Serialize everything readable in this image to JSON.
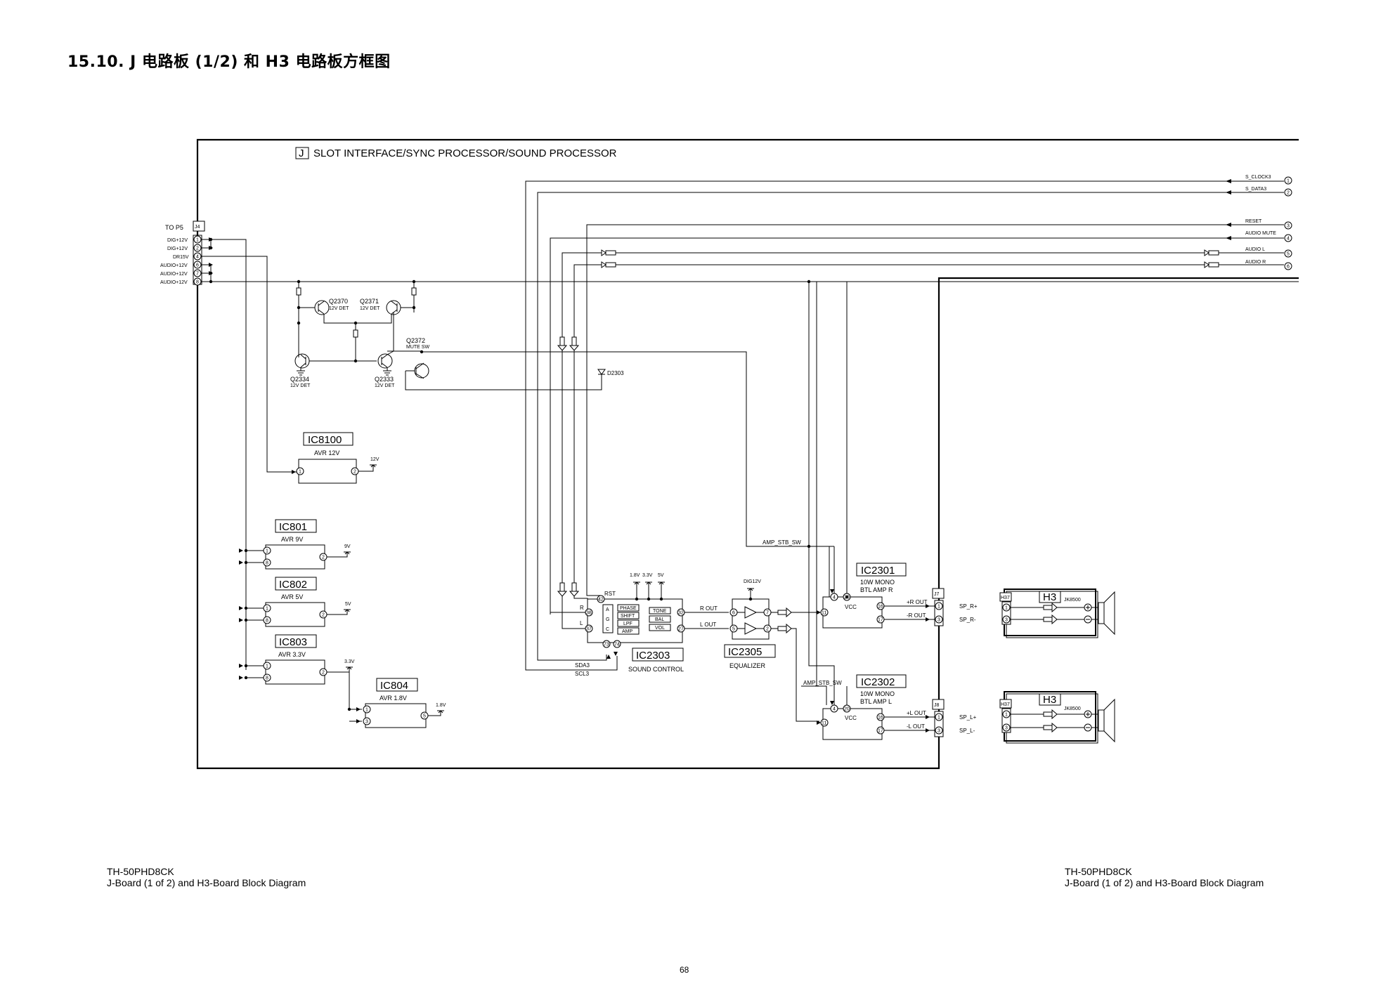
{
  "page": {
    "title": "15.10. J 电路板 (1/2) 和 H3 电路板方框图",
    "footer_left_line1": "TH-50PHD8CK",
    "footer_left_line2": "J-Board (1 of 2) and H3-Board Block Diagram",
    "footer_right_line1": "TH-50PHD8CK",
    "footer_right_line2": "J-Board (1 of 2) and H3-Board Block Diagram",
    "page_number": "68"
  },
  "board": {
    "letter": "J",
    "title": "SLOT INTERFACE/SYNC PROCESSOR/SOUND PROCESSOR"
  },
  "connector_j4": {
    "name": "J4",
    "label": "TO P5",
    "pins": [
      "DIG+12V",
      "DIG+12V",
      "DR15V",
      "AUDIO+12V",
      "AUDIO+12V",
      "AUDIO+12V"
    ],
    "pin_numbers": [
      "1",
      "2",
      "4",
      "6",
      "7",
      "8"
    ]
  },
  "right_signals": {
    "names": [
      "S_CLOCK3",
      "S_DATA3",
      "RESET",
      "AUDIO MUTE",
      "AUDIO L",
      "AUDIO R"
    ],
    "pins": [
      "1",
      "2",
      "3",
      "4",
      "5",
      "6"
    ]
  },
  "transistors": {
    "q2370": "Q2370",
    "q2370_sub": "12V DET",
    "q2371": "Q2371",
    "q2371_sub": "12V DET",
    "q2372": "Q2372",
    "q2372_sub": "MUTE SW",
    "q2334": "Q2334",
    "q2334_sub": "12V DET",
    "q2333": "Q2333",
    "q2333_sub": "12V DET",
    "d2303": "D2303"
  },
  "regulators": {
    "ic8100": {
      "name": "IC8100",
      "label": "AVR 12V",
      "out": "12V",
      "pins": [
        "1",
        "2"
      ]
    },
    "ic801": {
      "name": "IC801",
      "label": "AVR 9V",
      "out": "9V",
      "pins": [
        "1",
        "8",
        "2"
      ]
    },
    "ic802": {
      "name": "IC802",
      "label": "AVR 5V",
      "out": "5V",
      "pins": [
        "1",
        "8",
        "2"
      ]
    },
    "ic803": {
      "name": "IC803",
      "label": "AVR 3.3V",
      "out": "3.3V",
      "pins": [
        "1",
        "8",
        "2"
      ]
    },
    "ic804": {
      "name": "IC804",
      "label": "AVR 1.8V",
      "out": "1.8V",
      "pins": [
        "1",
        "3",
        "5"
      ]
    }
  },
  "ic2303": {
    "name": "IC2303",
    "label": "SOUND CONTROL",
    "rst": "RST",
    "r": "R",
    "l": "L",
    "sda": "SDA3",
    "scl": "SCL3",
    "supplies": [
      "1.8V",
      "3.3V",
      "5V"
    ],
    "selector": [
      "A",
      "G",
      "C"
    ],
    "blocks_left": [
      "PHASE",
      "SHIFT",
      "LPF",
      "AMP"
    ],
    "blocks_right": [
      "TONE",
      "BAL",
      "VOL"
    ],
    "pins": {
      "rst": "42",
      "r": "38",
      "l": "37",
      "sda": "73",
      "scl": "74",
      "rout": "32",
      "lout": "27"
    },
    "r_out": "R OUT",
    "l_out": "L OUT"
  },
  "ic2305": {
    "name": "IC2305",
    "label": "EQUALIZER",
    "supply": "DIG12V",
    "pins": [
      "6",
      "5",
      "7",
      "2"
    ]
  },
  "ic2301": {
    "name": "IC2301",
    "line1": "10W MONO",
    "line2": "BTL AMP R",
    "vcc": "VCC",
    "stb": "AMP_STB_SW",
    "plus_out": "+R OUT",
    "minus_out": "-R OUT",
    "pins": [
      "4",
      "20",
      "11",
      "16",
      "17"
    ]
  },
  "ic2302": {
    "name": "IC2302",
    "line1": "10W MONO",
    "line2": "BTL AMP L",
    "vcc": "VCC",
    "stb": "AMP_STB_SW",
    "plus_out": "+L OUT",
    "minus_out": "-L OUT",
    "pins": [
      "4",
      "20",
      "11",
      "16",
      "17"
    ]
  },
  "connectors_out": {
    "j7": "J7",
    "j8": "J8",
    "sp_r_plus": "SP_R+",
    "sp_r_minus": "SP_R-",
    "sp_l_plus": "SP_L+",
    "sp_l_minus": "SP_L-",
    "pins": [
      "1",
      "3"
    ]
  },
  "h3_board": {
    "name": "H3",
    "connector": "H37",
    "jack": "JK8500",
    "pins": [
      "1",
      "3"
    ]
  }
}
